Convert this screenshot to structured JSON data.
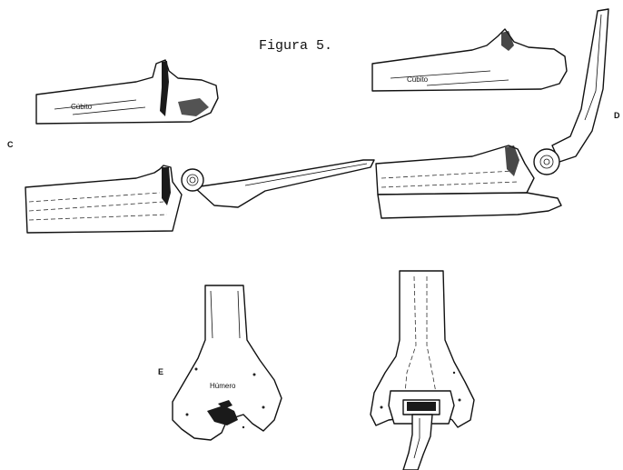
{
  "figure": {
    "title": "Figura 5.",
    "panel_labels": {
      "c": "C",
      "d": "D",
      "e": "E"
    },
    "bone_labels": {
      "cubito_a": "Cúbito",
      "cubito_b": "Cúbito",
      "humero": "Húmero"
    }
  }
}
